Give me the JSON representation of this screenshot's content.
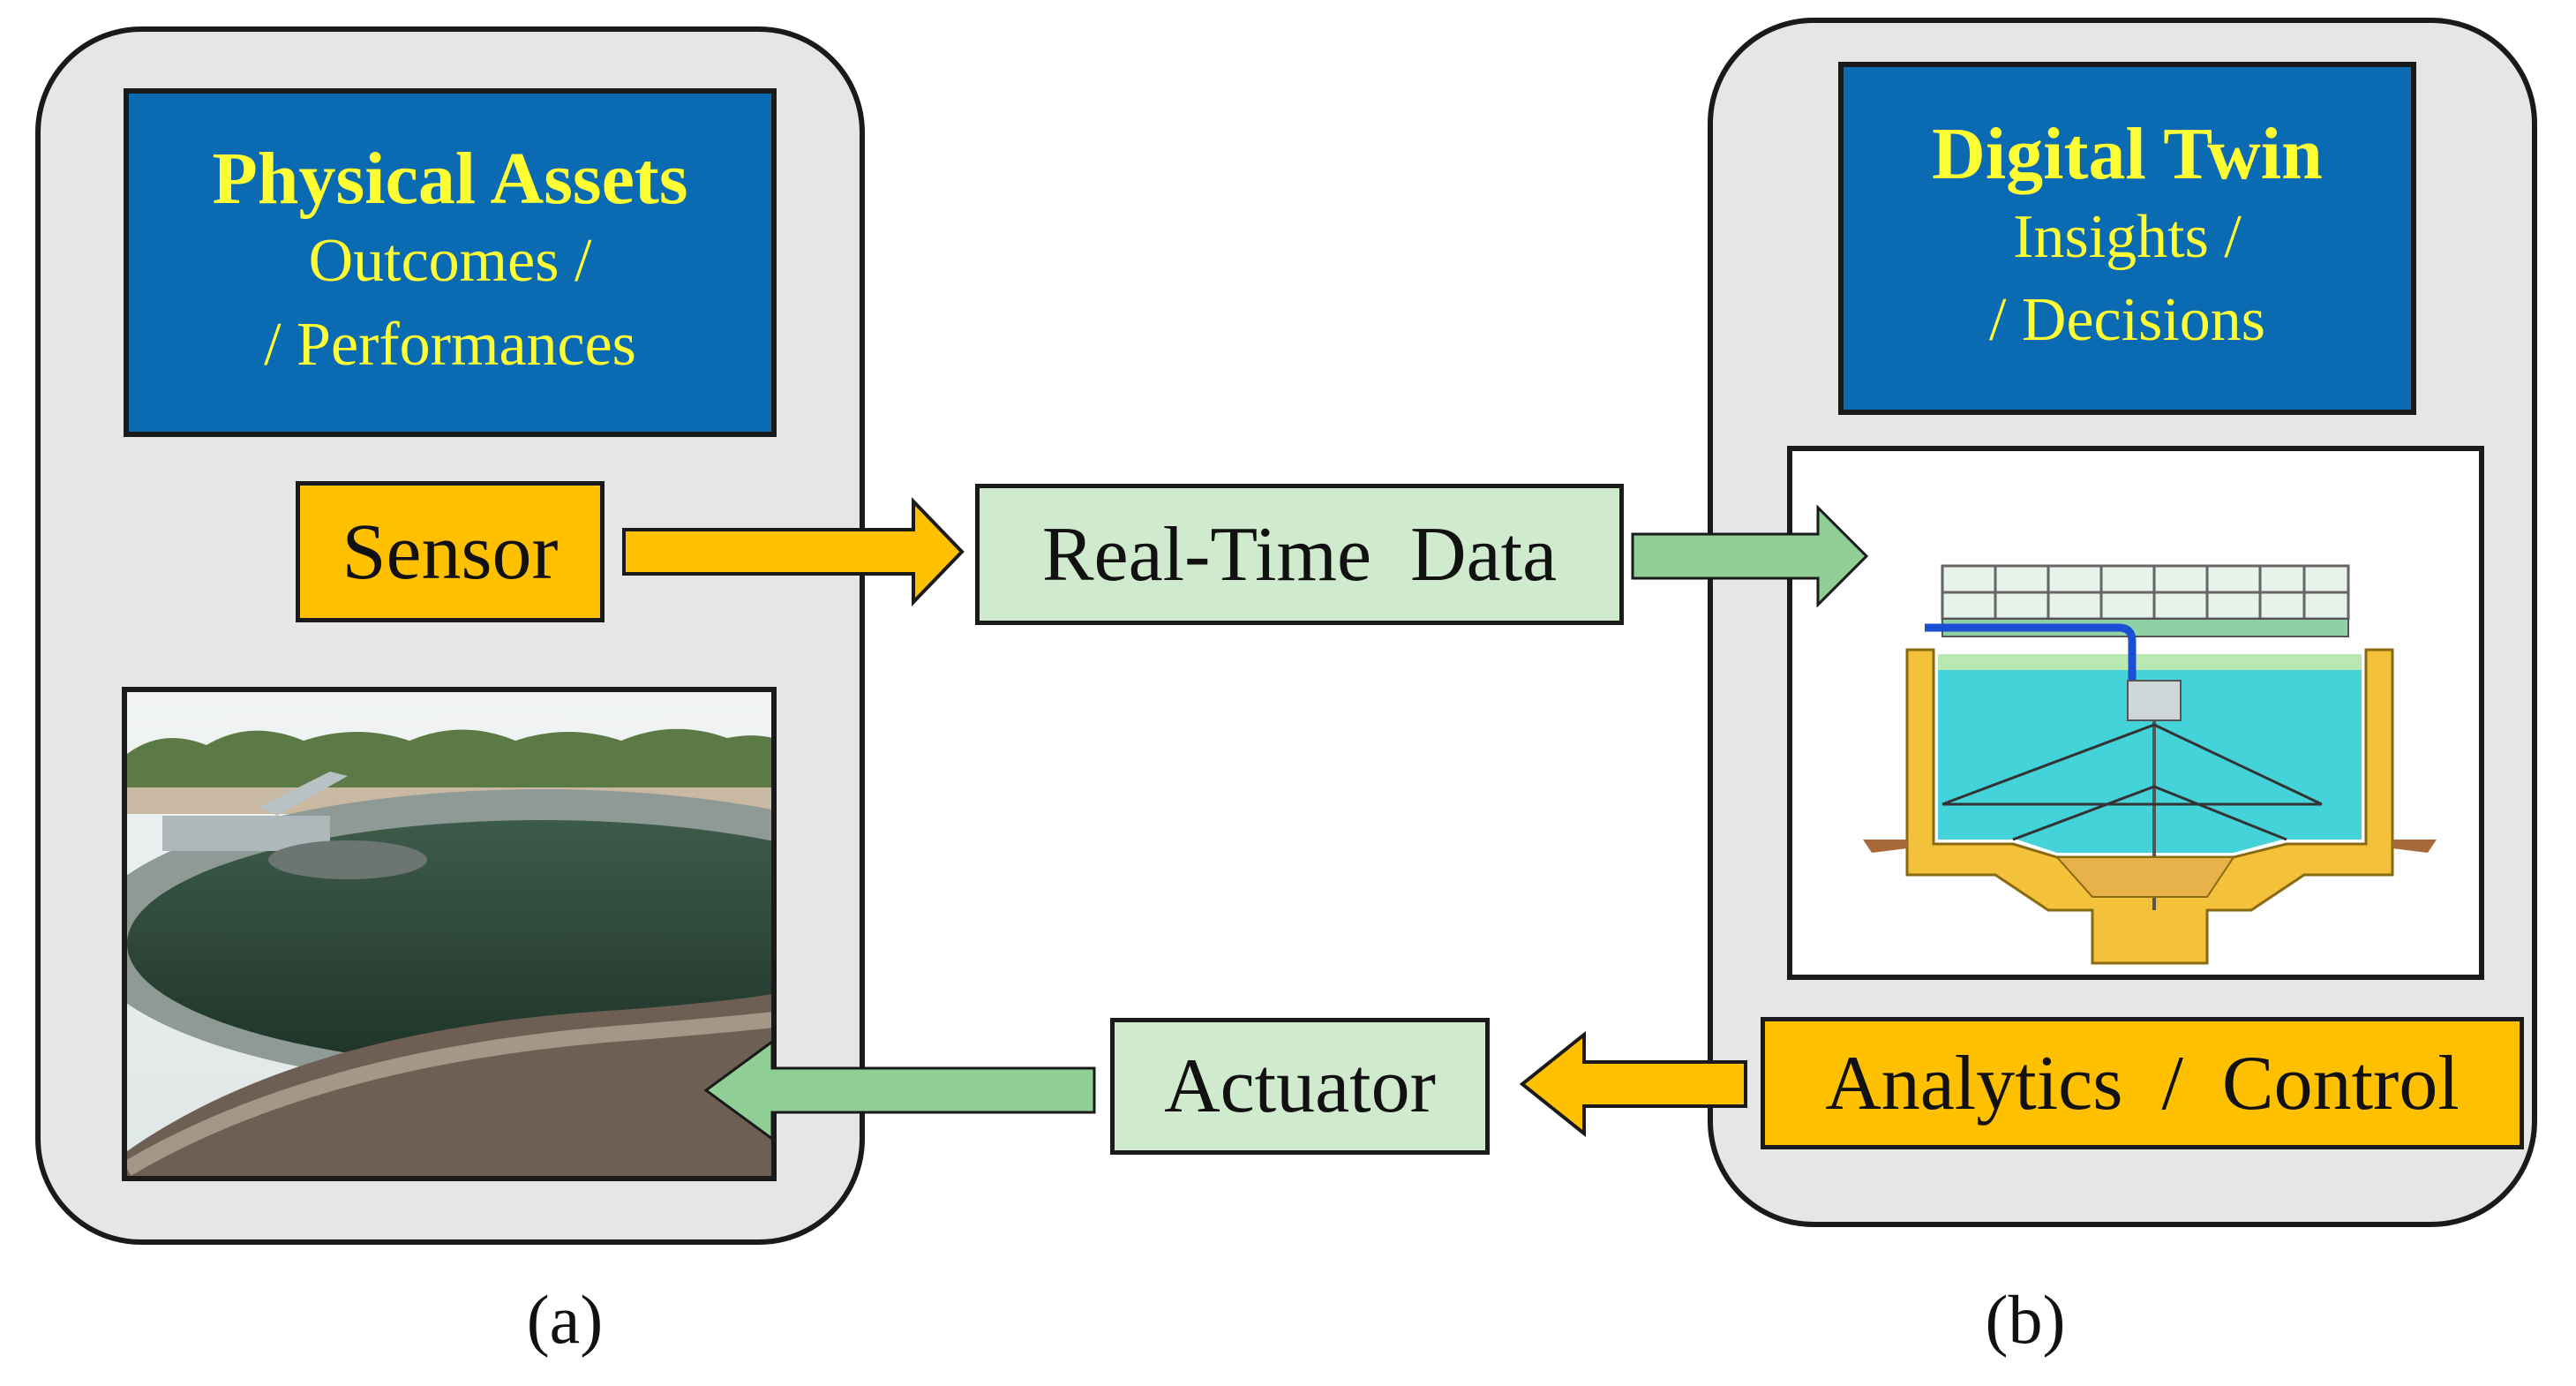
{
  "physical": {
    "title": "Physical Assets",
    "subtitle_line1": "Outcomes /",
    "subtitle_line2": "/ Performances",
    "sensor": "Sensor",
    "caption": "(a)"
  },
  "flow": {
    "realtime": "Real-Time  Data",
    "actuator": "Actuator"
  },
  "digital": {
    "title": "Digital Twin",
    "subtitle_line1": "Insights /",
    "subtitle_line2": "/ Decisions",
    "analytics": "Analytics  /  Control",
    "caption": "(b)"
  },
  "colors": {
    "title_bg": "#0a6ab2",
    "title_text": "#ffff33",
    "orange": "#ffc000",
    "green": "#cfeacd",
    "panel": "#e6e6e6"
  }
}
